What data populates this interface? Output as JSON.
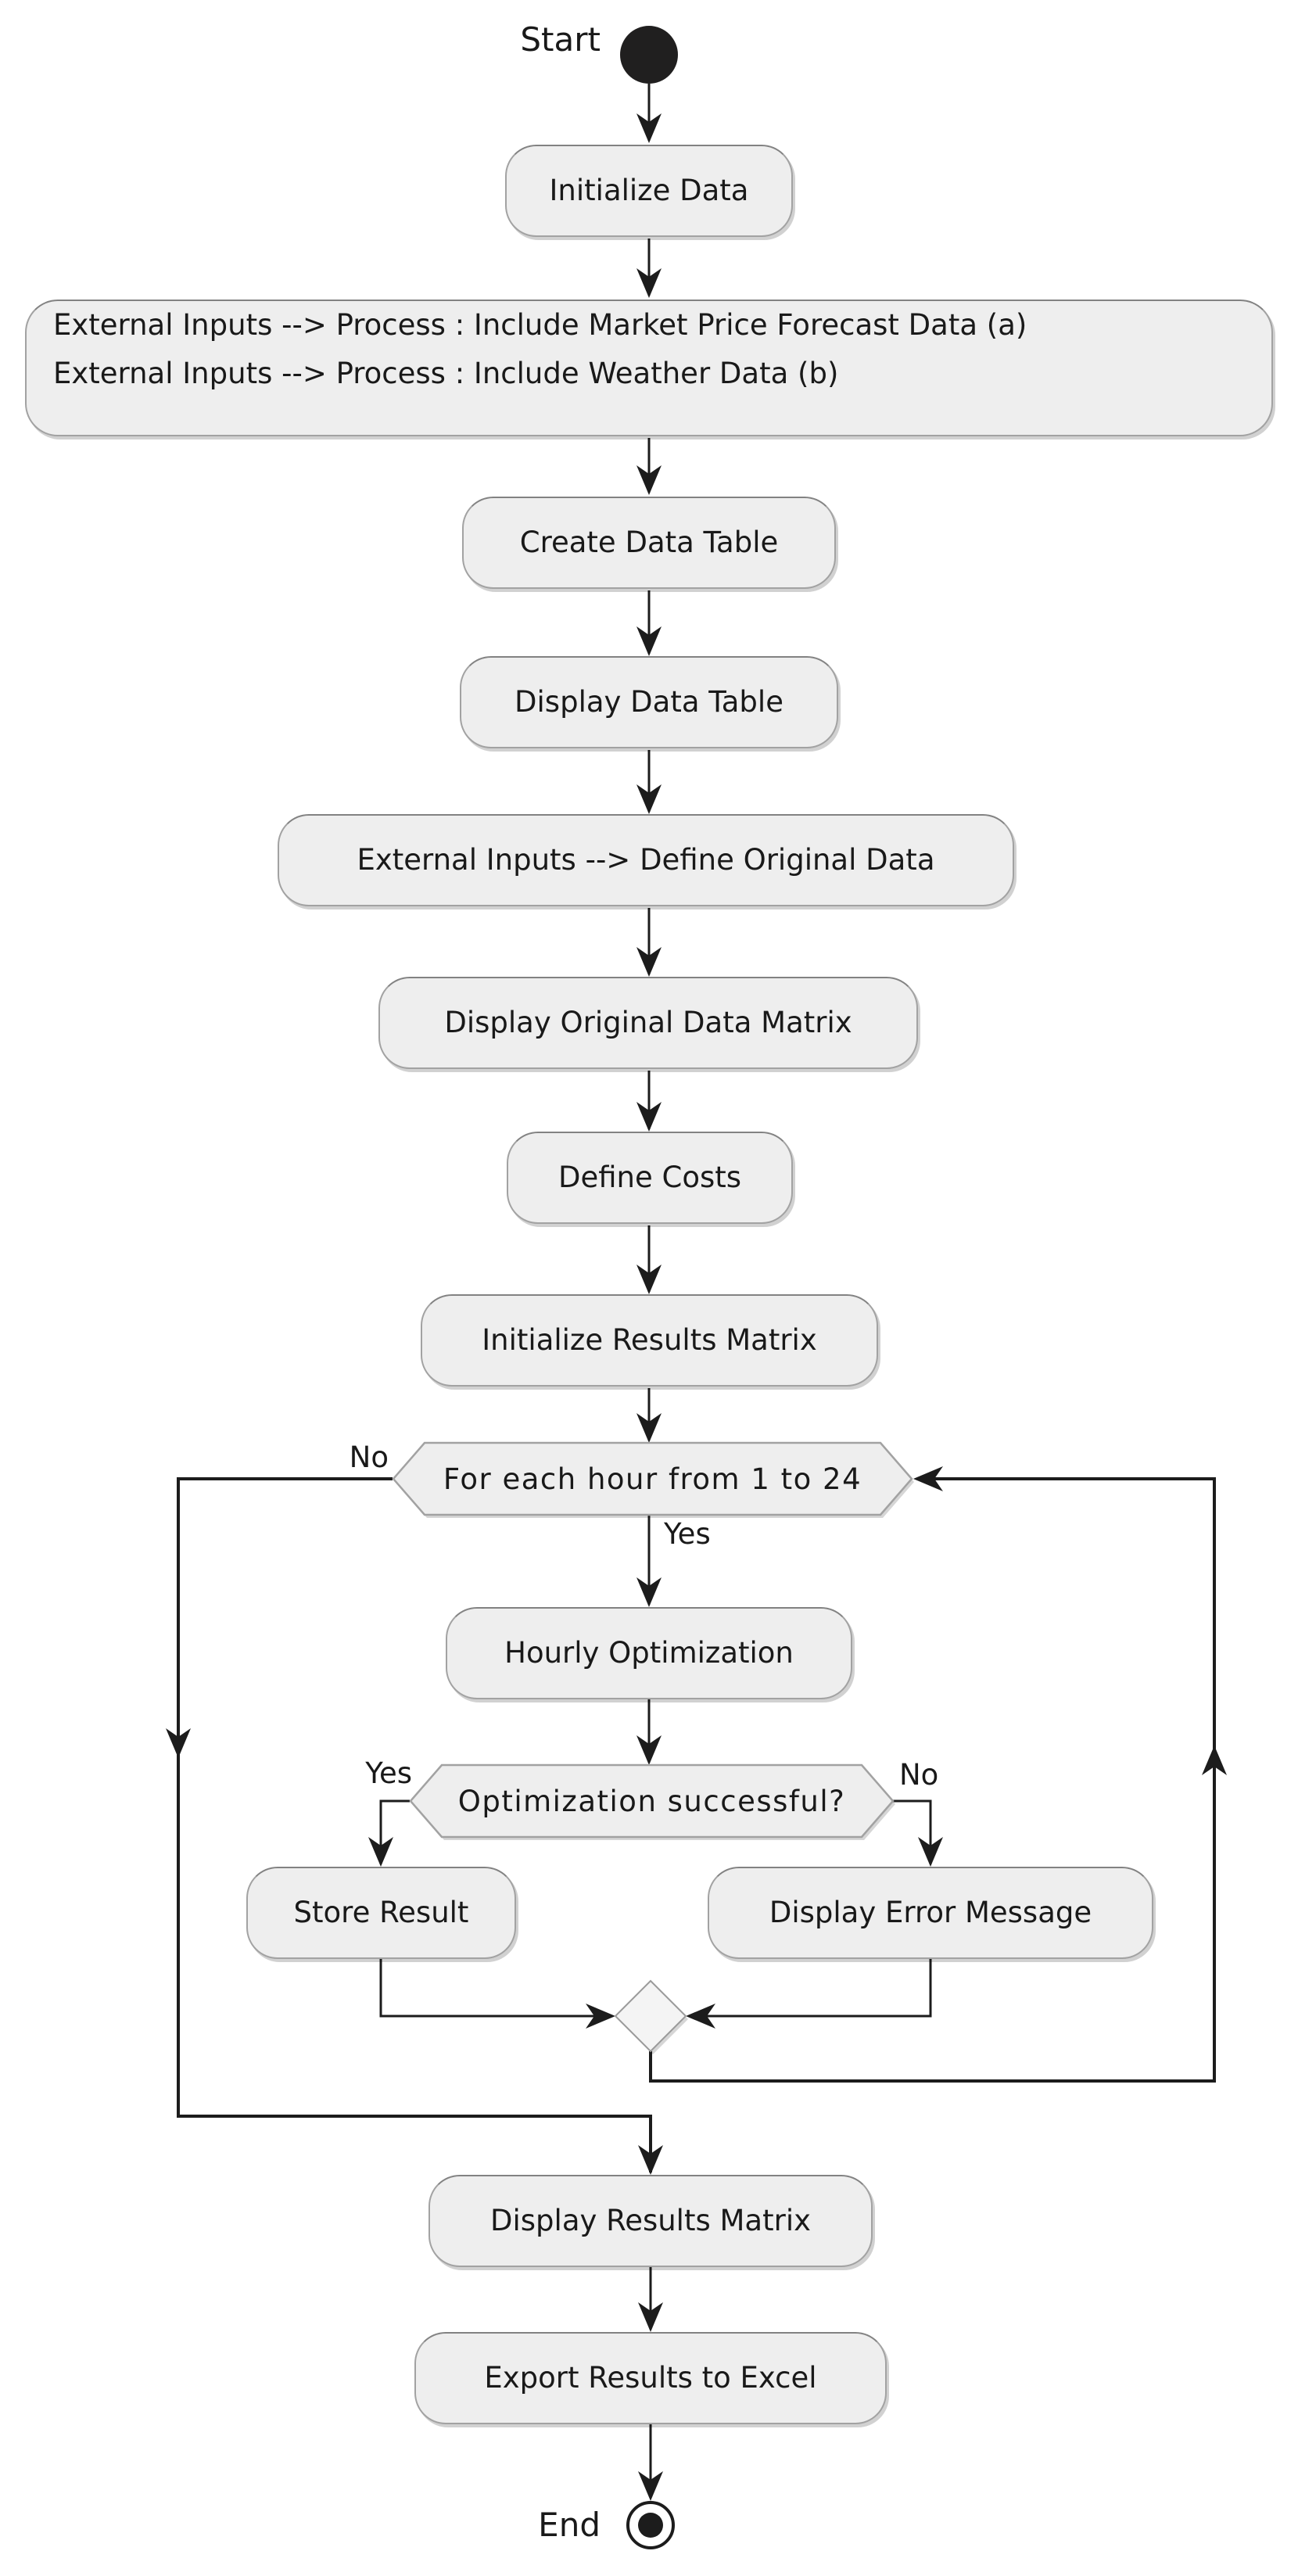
{
  "labels": {
    "start": "Start",
    "end": "End"
  },
  "branches": {
    "loop_no": "No",
    "loop_yes": "Yes",
    "opt_yes": "Yes",
    "opt_no": "No"
  },
  "nodes": {
    "initialize_data": "Initialize Data",
    "inputs_note_line1": "External Inputs --> Process : Include Market Price Forecast Data (a)",
    "inputs_note_line2": "External Inputs --> Process : Include Weather Data (b)",
    "create_data_table": "Create Data Table",
    "display_data_table": "Display Data Table",
    "define_original_data": "External Inputs --> Define Original Data",
    "display_original_data_matrix": "Display Original Data Matrix",
    "define_costs": "Define Costs",
    "initialize_results_matrix": "Initialize Results Matrix",
    "loop_condition": "For each hour from 1 to 24",
    "hourly_optimization": "Hourly Optimization",
    "optimization_condition": "Optimization successful?",
    "store_result": "Store Result",
    "display_error_message": "Display Error Message",
    "display_results_matrix": "Display Results Matrix",
    "export_results_to_excel": "Export Results to Excel"
  },
  "colors": {
    "background": "#ffffff",
    "node_fill": "#eeeeee",
    "node_border": "#a2a2a2",
    "edge": "#1c1c1c",
    "text": "#191919"
  }
}
